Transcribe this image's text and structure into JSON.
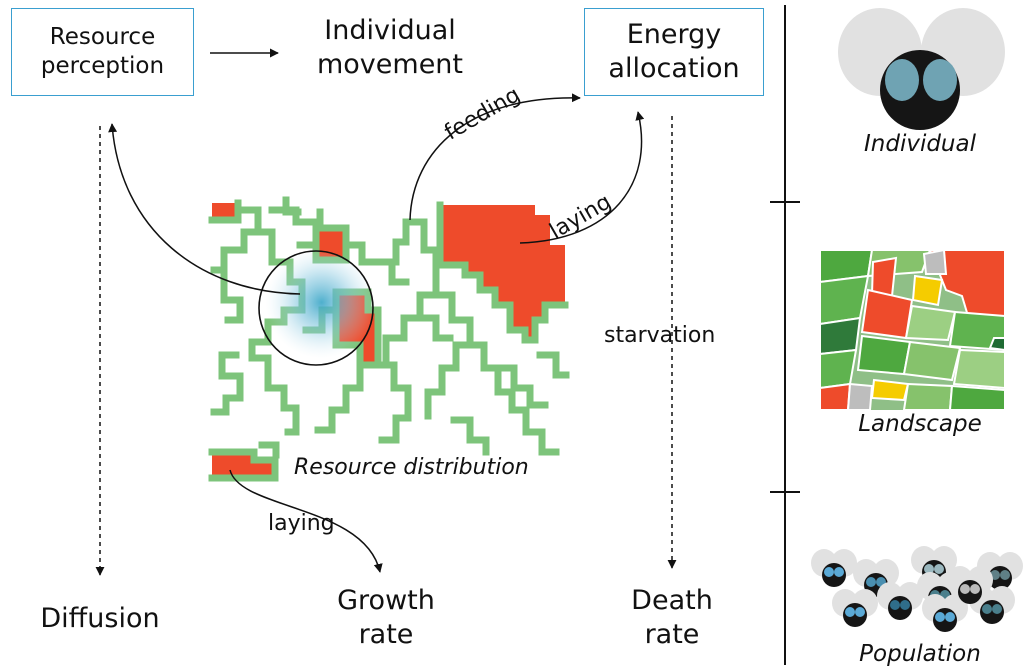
{
  "boxes": {
    "resource_perception": "Resource\nperception",
    "energy_allocation": "Energy\nallocation"
  },
  "labels": {
    "individual_movement": "Individual\nmovement",
    "feeding": "feeding",
    "laying_top": "laying",
    "starvation": "starvation",
    "resource_distribution": "Resource distribution",
    "laying_bottom": "laying",
    "diffusion": "Diffusion",
    "growth_rate": "Growth\nrate",
    "death_rate": "Death\nrate"
  },
  "scales": {
    "individual": "Individual",
    "landscape": "Landscape",
    "population": "Population"
  },
  "colors": {
    "box_border": "#3a9fd0",
    "resource_red": "#ee4b2b",
    "hedge_green": "#7dc47b",
    "fly_body": "#151515",
    "fly_eye": "#6fa3b3",
    "fly_wing": "#d9d9d9",
    "crop_yellow": "#f5cc00"
  }
}
